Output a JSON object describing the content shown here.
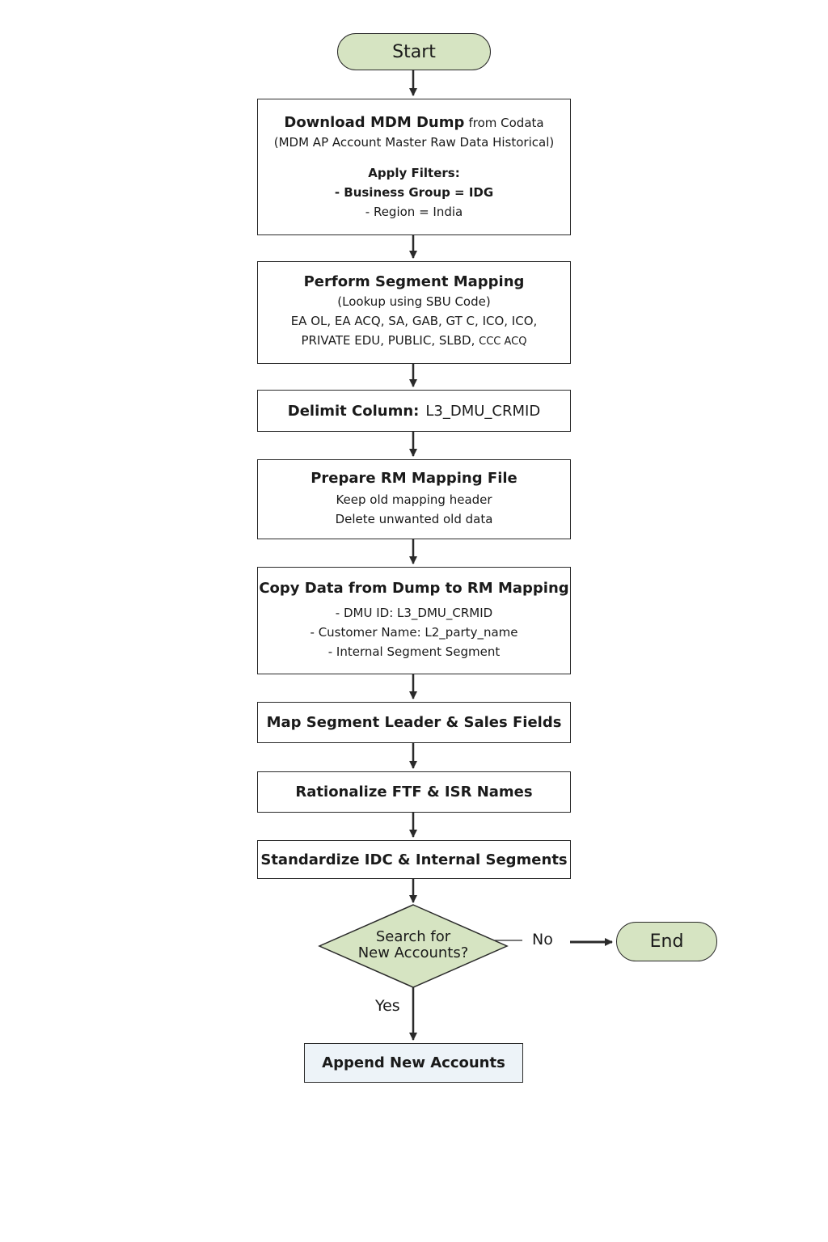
{
  "flowchart": {
    "start": "Start",
    "end": "End",
    "download": {
      "title": "Download MDM Dump",
      "source": "from Codata",
      "subtitle": "(MDM AP Account Master Raw Data Historical)",
      "filters_label": "Apply Filters:",
      "filter_1": "- Business Group = IDG",
      "filter_2": "- Region = India"
    },
    "segment_mapping": {
      "title": "Perform Segment Mapping",
      "subtitle": "(Lookup using SBU Code)",
      "segments_line_1": "EA OL, EA ACQ, SA, GAB, GT C, ICO, ICO,",
      "segments_line_2": "PRIVATE EDU, PUBLIC, SLBD,",
      "segments_line_2_tail": "CCC ACQ"
    },
    "delimit": {
      "label": "Delimit Column:",
      "column": "L3_DMU_CRMID"
    },
    "rm_file": {
      "title": "Prepare RM Mapping File",
      "line_1": "Keep old mapping header",
      "line_2": "Delete unwanted old data"
    },
    "copy": {
      "title": "Copy Data from Dump to RM Mapping",
      "line_1": "- DMU ID:  L3_DMU_CRMID",
      "line_2": "- Customer Name:  L2_party_name",
      "line_3": "- Internal Segment   Segment"
    },
    "map_leader": "Map Segment Leader & Sales Fields",
    "rationalize": "Rationalize FTF & ISR Names",
    "standardize": "Standardize IDC & Internal Segments",
    "decision": {
      "line_1": "Search for",
      "line_2": "New Accounts?"
    },
    "yes_label": "Yes",
    "no_label": "No",
    "append": "Append New Accounts"
  },
  "colors": {
    "terminal_fill": "#d6e4c2",
    "decision_fill": "#d6e4c2",
    "append_fill": "#edf3f8",
    "stroke": "#2a2a2a"
  }
}
